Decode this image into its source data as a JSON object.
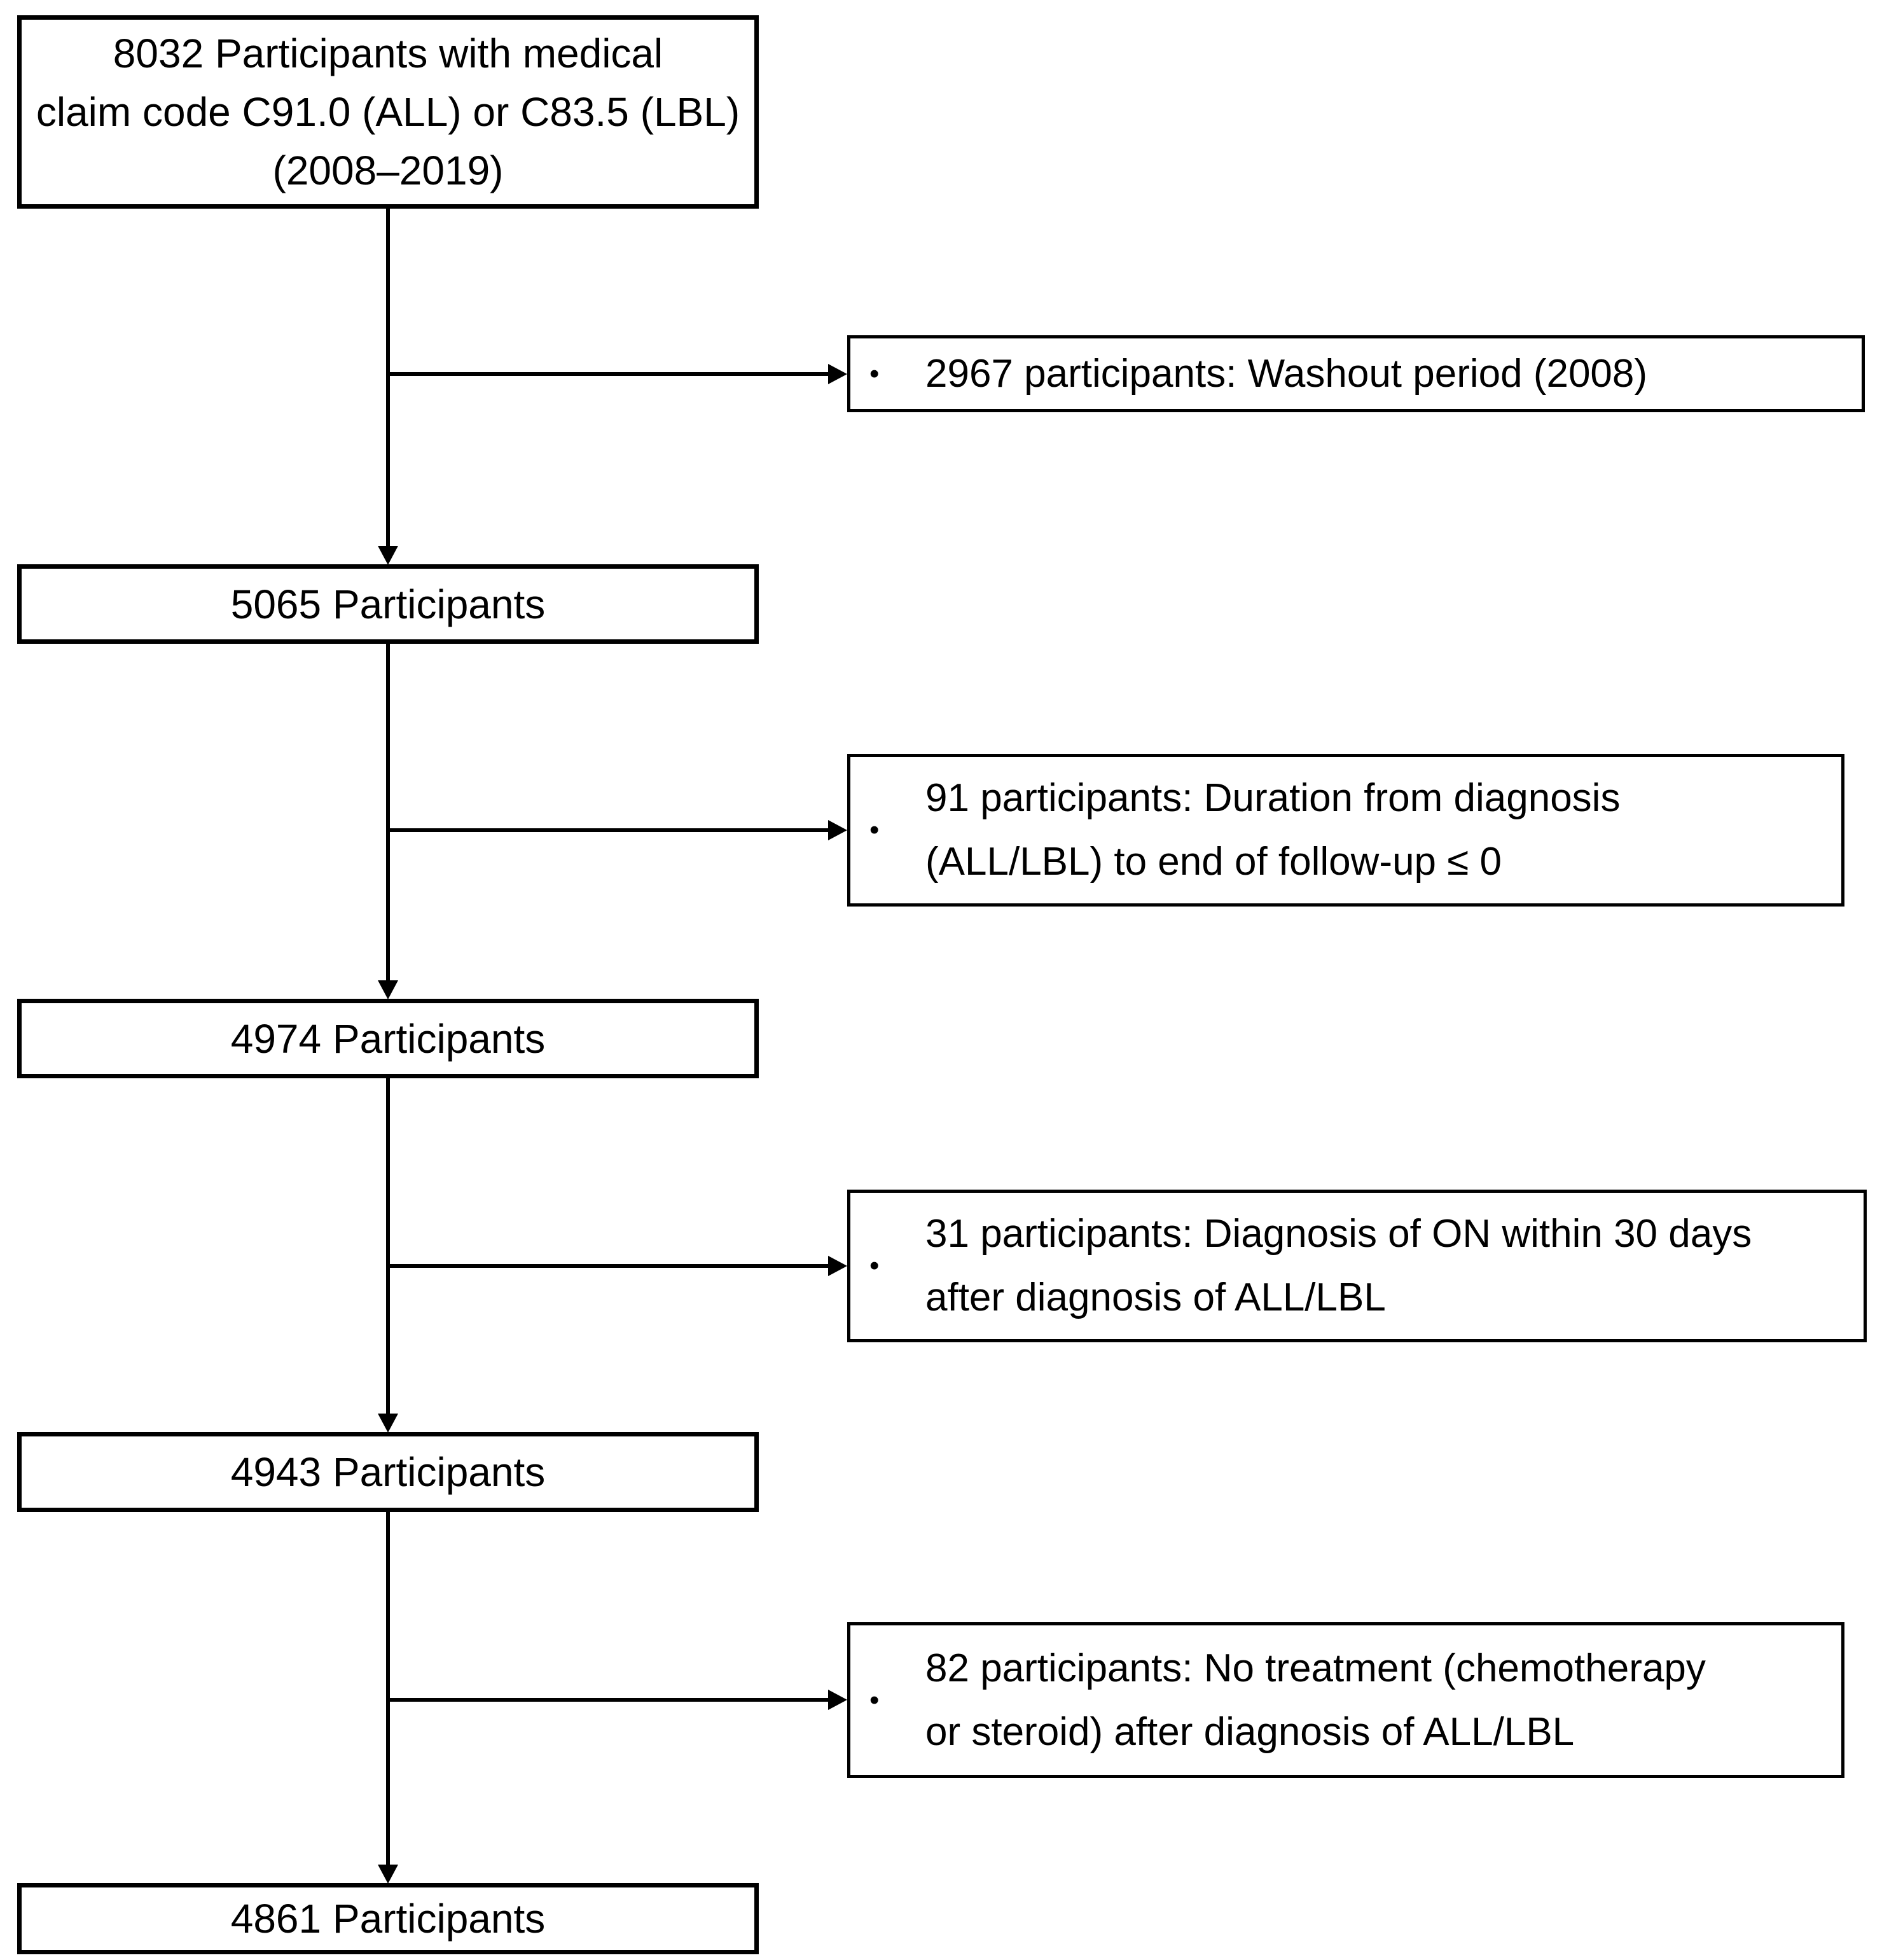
{
  "colors": {
    "background": "#ffffff",
    "box_border": "#000000",
    "text": "#000000",
    "arrow": "#000000"
  },
  "flow": {
    "nodes": [
      {
        "id": "initial-cohort",
        "lines": [
          "8032 Participants with medical",
          "claim code C91.0 (ALL) or C83.5 (LBL)",
          "(2008–2019)"
        ]
      },
      {
        "id": "after-washout",
        "lines": [
          "5065 Participants"
        ]
      },
      {
        "id": "after-followup-filter",
        "lines": [
          "4974 Participants"
        ]
      },
      {
        "id": "after-on-filter",
        "lines": [
          "4943 Participants"
        ]
      },
      {
        "id": "final-cohort",
        "lines": [
          "4861 Participants"
        ]
      }
    ],
    "exclusions": [
      {
        "id": "washout",
        "bullet": "•",
        "lines": [
          "2967 participants: Washout period (2008)"
        ]
      },
      {
        "id": "followup-duration",
        "bullet": "•",
        "lines": [
          "91 participants: Duration from diagnosis",
          "(ALL/LBL) to end of follow-up ≤ 0"
        ]
      },
      {
        "id": "on-within-30-days",
        "bullet": "•",
        "lines": [
          "31 participants: Diagnosis of ON within 30 days",
          "after diagnosis of ALL/LBL"
        ]
      },
      {
        "id": "no-treatment",
        "bullet": "•",
        "lines": [
          "82 participants: No treatment (chemotherapy",
          "or steroid) after diagnosis of ALL/LBL"
        ]
      }
    ]
  }
}
